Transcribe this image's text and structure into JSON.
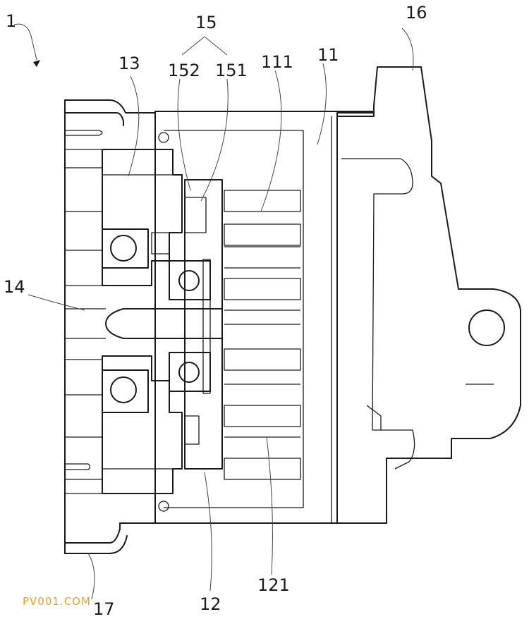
{
  "labels": {
    "l1": "1",
    "l15": "15",
    "l16": "16",
    "l13": "13",
    "l152": "152",
    "l151": "151",
    "l111": "111",
    "l11": "11",
    "l14": "14",
    "l17": "17",
    "l12": "12",
    "l121": "121"
  },
  "watermark": "PV001.COM"
}
